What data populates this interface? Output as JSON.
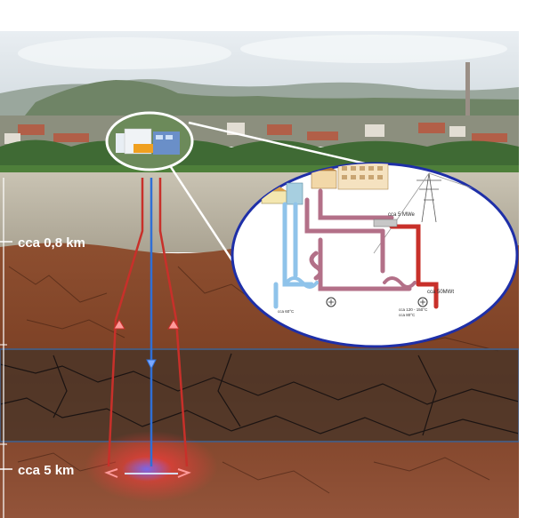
{
  "depth_markers": [
    {
      "label": "cca 0,8 km"
    },
    {
      "label": "cca 5 km"
    }
  ],
  "inset": {
    "heat_output_label": "cca 5 MWe",
    "thermal_output_label": "cca 50MWt",
    "return_temp_label": "cca 60°C",
    "supply_temp_label_1": "cca 120 - 150°C",
    "supply_temp_label_2": "cca 80°C"
  },
  "colors": {
    "sky": "#d9e3ea",
    "rock": "#8a4a2c",
    "sediment": "#b8b2a2",
    "hot_pipe": "#c8302a",
    "cold_pipe": "#2f6fd6",
    "inset_border": "#1e2fa8"
  }
}
